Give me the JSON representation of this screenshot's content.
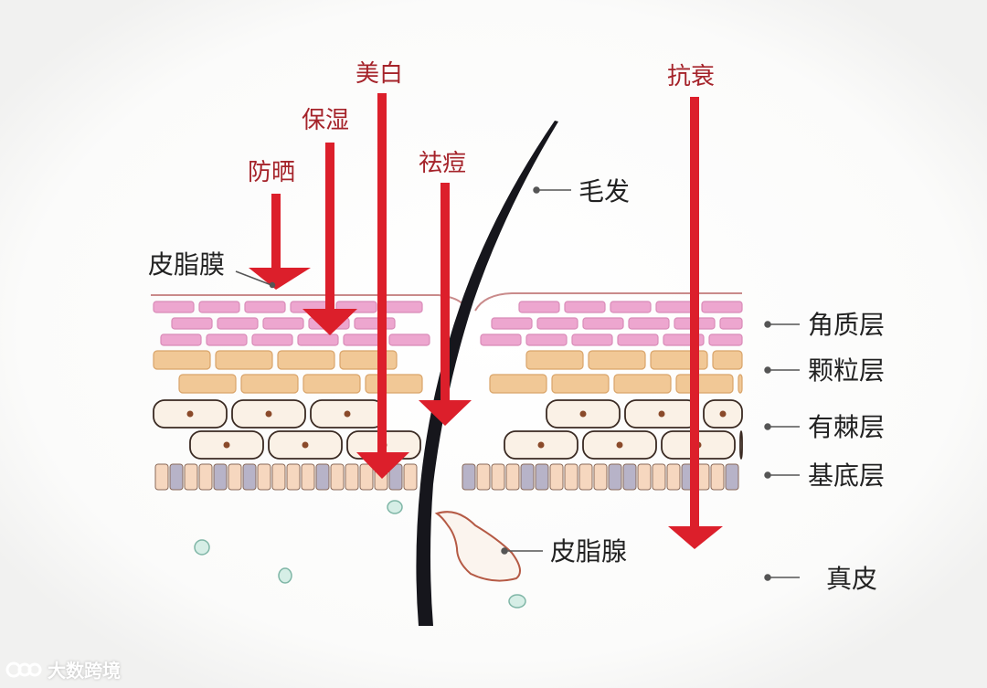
{
  "benefits": {
    "sunscreen": "防晒",
    "moisturizing": "保湿",
    "whitening": "美白",
    "acne": "祛痘",
    "anti_aging": "抗衰"
  },
  "labels": {
    "sebum_film": "皮脂膜",
    "hair": "毛发",
    "stratum_corneum": "角质层",
    "stratum_granulosum": "颗粒层",
    "stratum_spinosum": "有棘层",
    "stratum_basale": "基底层",
    "sebaceous_gland": "皮脂腺",
    "dermis": "真皮"
  },
  "watermark": "大数跨境",
  "colors": {
    "arrow": "#dc1f2b",
    "benefit_text": "#a5232a",
    "corneum": "#eda6cf",
    "granulosum": "#f1c896",
    "spinosum_fill": "#faf1e6",
    "basale_light": "#f6d7bf",
    "basale_dark": "#b7b3c8",
    "hair": "#16161c"
  }
}
